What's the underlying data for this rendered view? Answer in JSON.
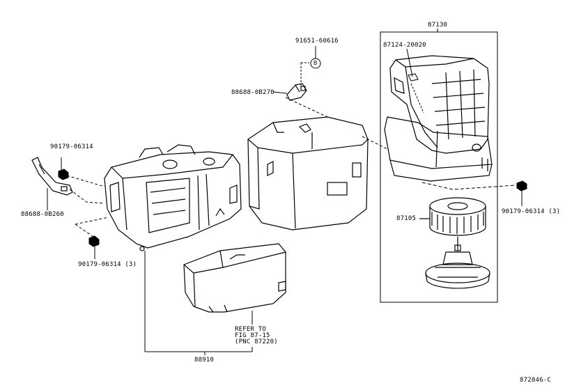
{
  "parts": {
    "p87130": "87130",
    "p87124": "87124-20020",
    "p91651": "91651-60616",
    "circle_b": "B",
    "p88688_top": "88688-0B270",
    "p90179_left": "90179-06314",
    "p88688_left": "88688-0B260",
    "p90179_left_qty": "90179-06314 (3)",
    "p90179_right_qty": "90179-06314 (3)",
    "p87105": "87105",
    "p88910": "88910"
  },
  "note": {
    "line1": "REFER TO",
    "line2": "FIG 87-15",
    "line3": "(PNC 87220)"
  },
  "figure_id": "872846-C",
  "colors": {
    "ink": "#000000",
    "paper": "#ffffff"
  }
}
